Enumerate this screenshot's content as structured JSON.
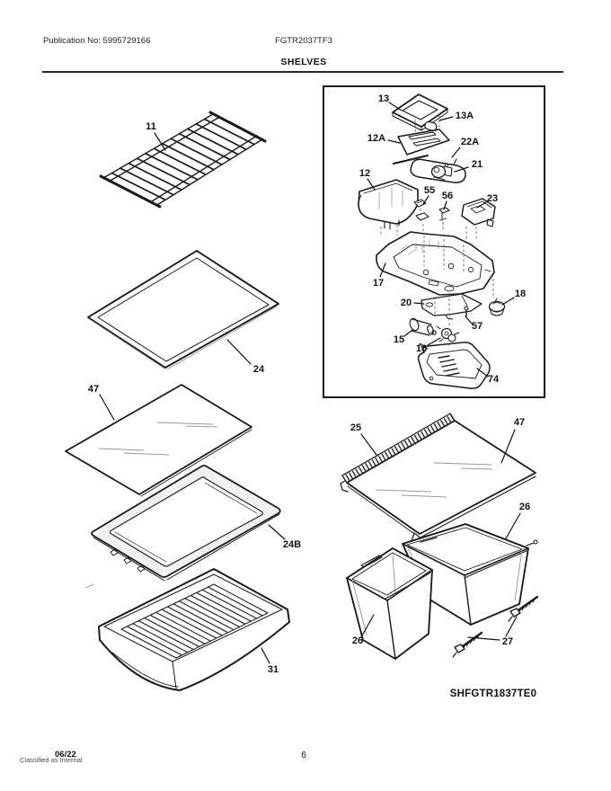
{
  "header": {
    "publication": "Publication No: 5995729166",
    "model": "FGTR2037TF3",
    "title": "SHELVES"
  },
  "diagram": {
    "caption": "SHFGTR1837TE0",
    "labels": {
      "p11": "11",
      "p13": "13",
      "p13a": "13A",
      "p12a": "12A",
      "p22a": "22A",
      "p21": "21",
      "p12": "12",
      "p55": "55",
      "p56": "56",
      "p23": "23",
      "p17": "17",
      "p20": "20",
      "p18": "18",
      "p15": "15",
      "p16": "16",
      "p57": "57",
      "p74": "74",
      "p24": "24",
      "p47_left": "47",
      "p24b": "24B",
      "p31": "31",
      "p25": "25",
      "p47_right": "47",
      "p26_upper": "26",
      "p26_lower": "26",
      "p27": "27"
    }
  },
  "footer": {
    "date": "06/22",
    "page": "6",
    "watermark": "Classified as Internal"
  },
  "colors": {
    "line": "#1a1a1a",
    "reflection": "#999999",
    "dashed_projection": "#555555",
    "paper": "#ffffff"
  }
}
